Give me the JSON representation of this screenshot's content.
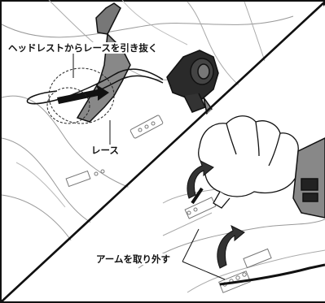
{
  "callouts": {
    "pull_lace_from_headrest": "ヘッドレストからレースを引き抜く",
    "lace": "レース",
    "remove_arm": "アームを取り外す"
  }
}
